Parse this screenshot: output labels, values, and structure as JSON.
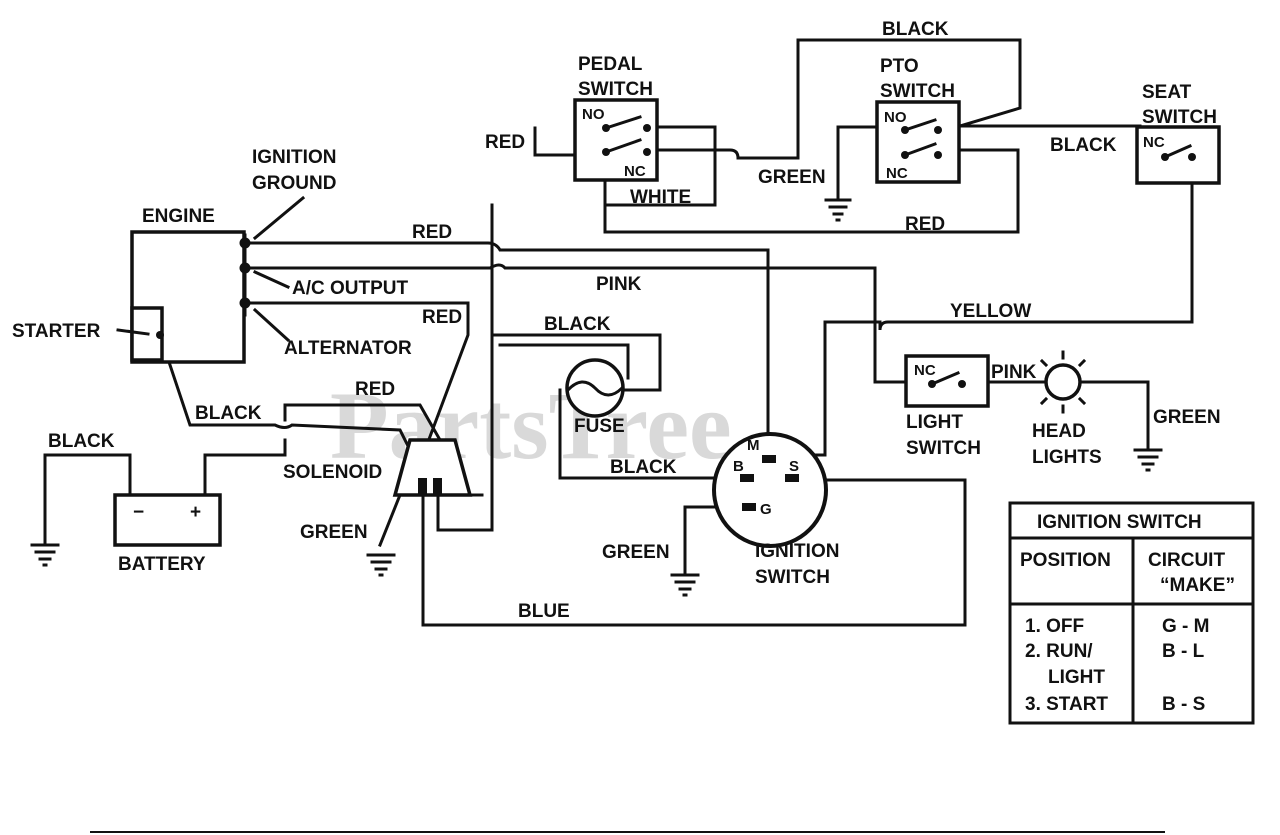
{
  "watermark": "PartsTree",
  "labels": {
    "pedal_switch_1": "PEDAL",
    "pedal_switch_2": "SWITCH",
    "pto_switch_1": "PTO",
    "pto_switch_2": "SWITCH",
    "seat_switch_1": "SEAT",
    "seat_switch_2": "SWITCH",
    "ignition_ground_1": "IGNITION",
    "ignition_ground_2": "GROUND",
    "engine": "ENGINE",
    "starter": "STARTER",
    "ac_output": "A/C OUTPUT",
    "alternator": "ALTERNATOR",
    "fuse": "FUSE",
    "solenoid": "SOLENOID",
    "battery": "BATTERY",
    "battery_minus": "−",
    "battery_plus": "+",
    "ignition_switch_1": "IGNITION",
    "ignition_switch_2": "SWITCH",
    "light_switch_1": "LIGHT",
    "light_switch_2": "SWITCH",
    "head_lights_1": "HEAD",
    "head_lights_2": "LIGHTS",
    "no": "NO",
    "nc": "NC",
    "term_m": "M",
    "term_b": "B",
    "term_s": "S",
    "term_g": "G"
  },
  "wires": {
    "black_top": "BLACK",
    "red_pedal": "RED",
    "white": "WHITE",
    "green_pto": "GREEN",
    "black_seat": "BLACK",
    "red_pto": "RED",
    "red_engine": "RED",
    "pink": "PINK",
    "yellow": "YELLOW",
    "red_alt": "RED",
    "black_fuse": "BLACK",
    "red_solenoid": "RED",
    "black_starter": "BLACK",
    "black_battery": "BLACK",
    "green_solenoid": "GREEN",
    "black_ign": "BLACK",
    "green_ign": "GREEN",
    "blue": "BLUE",
    "pink_light": "PINK",
    "green_light": "GREEN"
  },
  "legend": {
    "title": "IGNITION SWITCH",
    "col_position": "POSITION",
    "col_circuit_1": "CIRCUIT",
    "col_circuit_2": "“MAKE”",
    "rows": [
      {
        "position": "1. OFF",
        "circuit": "G - M"
      },
      {
        "position": "2. RUN/",
        "circuit": "B - L"
      },
      {
        "position": "LIGHT",
        "circuit": ""
      },
      {
        "position": "3. START",
        "circuit": "B - S"
      }
    ]
  }
}
